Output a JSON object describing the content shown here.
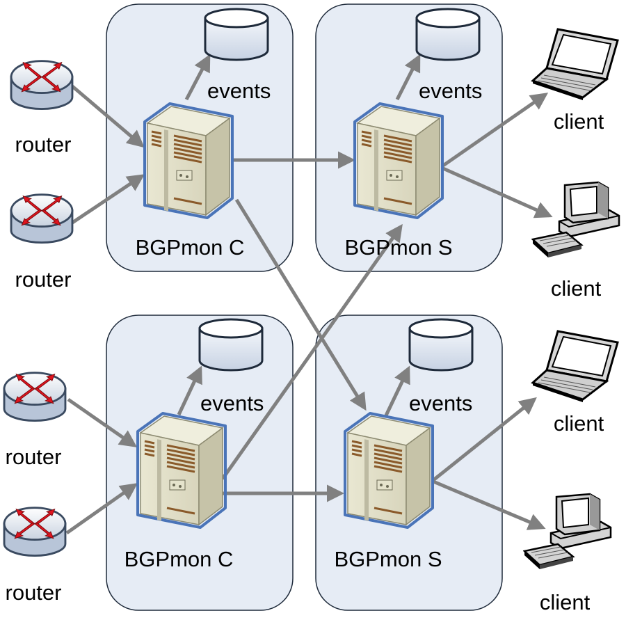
{
  "labels": {
    "router": "router",
    "client": "client",
    "events": "events",
    "collector": "BGPmon C",
    "server": "BGPmon S"
  },
  "icons": {
    "router": "router-icon",
    "database": "database-icon",
    "server": "server-cabinet-icon",
    "laptop": "laptop-icon",
    "desktop": "desktop-computer-icon"
  },
  "colors": {
    "panel_fill": "#e6ecf5",
    "panel_stroke": "#1e2a3a",
    "arrow": "#808080",
    "server_outline": "#4a74b8",
    "router_arrow": "#e0141e"
  },
  "nodes": [
    {
      "id": "c1",
      "type": "collector"
    },
    {
      "id": "s1",
      "type": "server"
    },
    {
      "id": "c2",
      "type": "collector"
    },
    {
      "id": "s2",
      "type": "server"
    }
  ],
  "edges": [
    {
      "from": "router-1",
      "to": "c1"
    },
    {
      "from": "router-2",
      "to": "c1"
    },
    {
      "from": "router-3",
      "to": "c2"
    },
    {
      "from": "router-4",
      "to": "c2"
    },
    {
      "from": "c1",
      "to": "events-c1"
    },
    {
      "from": "s1",
      "to": "events-s1"
    },
    {
      "from": "c2",
      "to": "events-c2"
    },
    {
      "from": "s2",
      "to": "events-s2"
    },
    {
      "from": "c1",
      "to": "s1"
    },
    {
      "from": "c1",
      "to": "s2"
    },
    {
      "from": "c2",
      "to": "s1"
    },
    {
      "from": "c2",
      "to": "s2"
    },
    {
      "from": "s1",
      "to": "client-1"
    },
    {
      "from": "s1",
      "to": "client-2"
    },
    {
      "from": "s2",
      "to": "client-3"
    },
    {
      "from": "s2",
      "to": "client-4"
    }
  ]
}
